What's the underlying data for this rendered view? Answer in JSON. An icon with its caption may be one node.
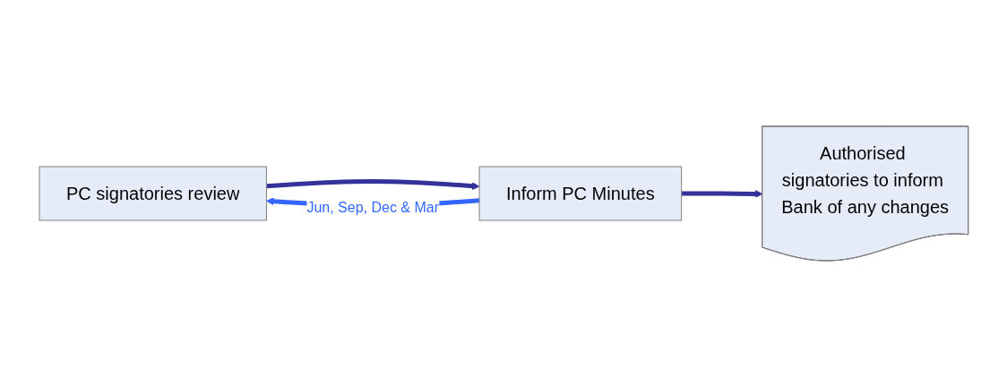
{
  "diagram": {
    "nodes": [
      {
        "text": [
          "PC signatories review"
        ]
      },
      {
        "text": [
          "Inform PC Minutes"
        ]
      },
      {
        "text": [
          "Authorised signatories to inform Bank of any changes"
        ]
      }
    ],
    "edges": [
      {
        "from": 0,
        "to": 1,
        "arrow": "to"
      },
      {
        "from": 1,
        "to": 2,
        "arrow": "to"
      },
      {
        "from": 1,
        "to": 0,
        "arrow": "to",
        "label": "Jun, Sep, Dec & Mar",
        "color": "#3366ff"
      }
    ]
  }
}
